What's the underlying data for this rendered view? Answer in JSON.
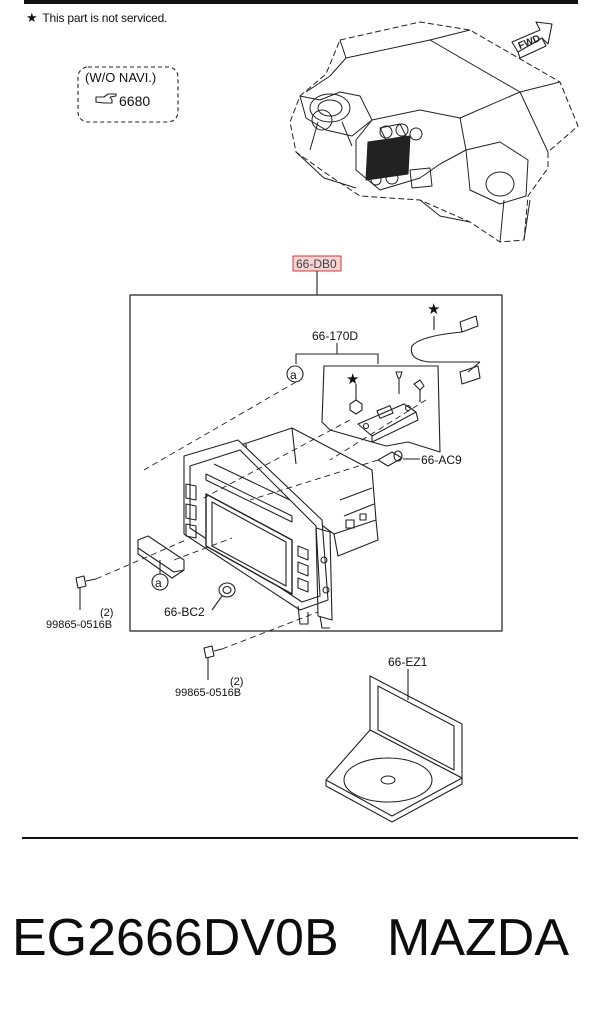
{
  "note": {
    "star": "★",
    "text": "This part is not serviced."
  },
  "fwd_label": "FWD",
  "wo_navi": {
    "title": "(W/O NAVI.)",
    "ref": "6680"
  },
  "parts": {
    "assembly": "66-DB0",
    "bracket_kit": "66-170D",
    "callout_a": "a",
    "callout_a2": "a",
    "star": "★",
    "cable_star": "★",
    "connector": "66-AC9",
    "knob": "66-BC2",
    "screw_left": "99865-0516B",
    "screw_left_qty": "(2)",
    "screw_bottom": "99865-0516B",
    "screw_bottom_qty": "(2)",
    "disc": "66-EZ1"
  },
  "footer": {
    "part_code": "EG2666DV0B",
    "brand": "MAZDA"
  },
  "colors": {
    "ink": "#1a1a1a",
    "highlight_fill": "#f6d2d2",
    "highlight_stroke": "#d23a3a"
  }
}
